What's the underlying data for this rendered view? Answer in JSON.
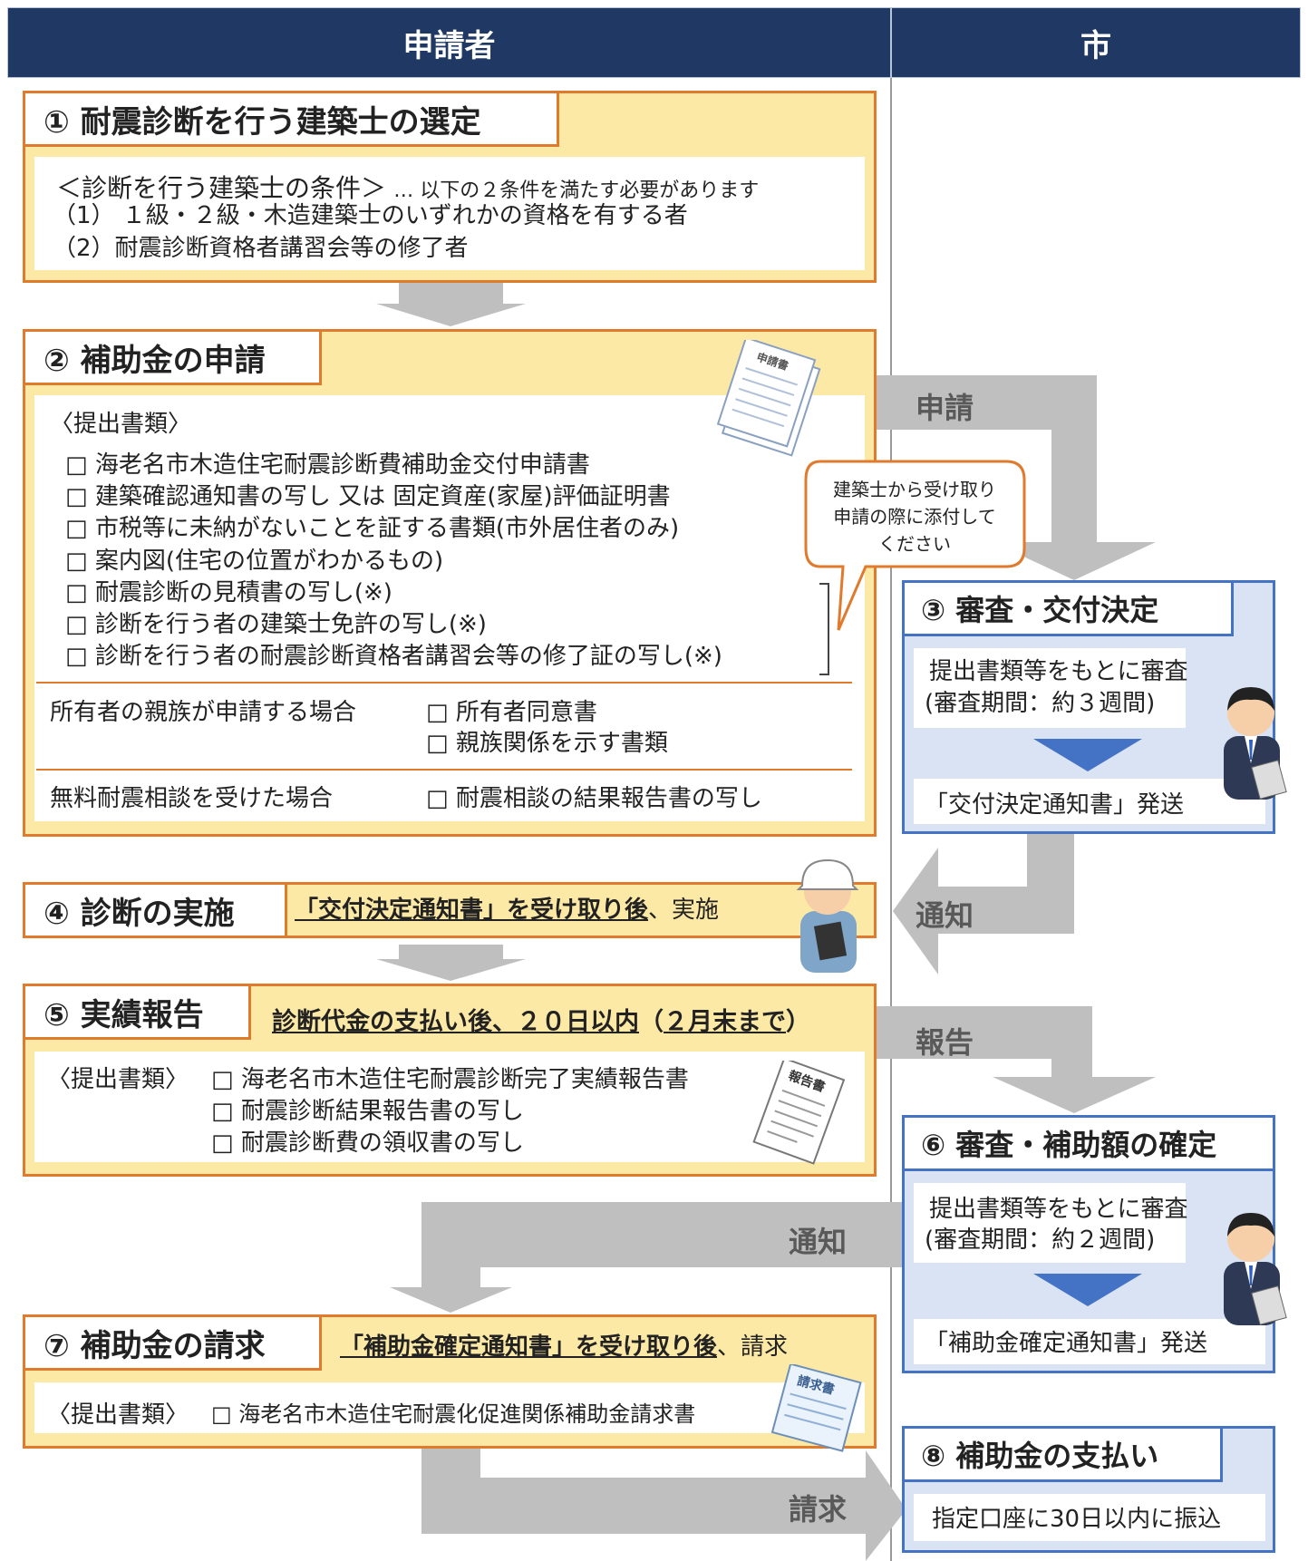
{
  "header": {
    "applicant": "申請者",
    "city": "市"
  },
  "step1": {
    "title": "① 耐震診断を行う建築士の選定",
    "cond_head": "＜診断を行う建築士の条件＞",
    "cond_note": "… 以下の２条件を満たす必要があります",
    "cond1": "（1） １級・２級・木造建築士のいずれかの資格を有する者",
    "cond2": "（2）耐震診断資格者講習会等の修了者"
  },
  "step2": {
    "title": "② 補助金の申請",
    "docs_head": "〈提出書類〉",
    "docs": [
      "□ 海老名市木造住宅耐震診断費補助金交付申請書",
      "□ 建築確認通知書の写し 又は 固定資産(家屋)評価証明書",
      "□ 市税等に未納がないことを証する書類(市外居住者のみ)",
      "□ 案内図(住宅の位置がわかるもの)",
      "□ 耐震診断の見積書の写し(※)",
      "□ 診断を行う者の建築士免許の写し(※)",
      "□ 診断を行う者の耐震診断資格者講習会等の修了証の写し(※)"
    ],
    "relative_case": "所有者の親族が申請する場合",
    "relative_doc1": "□ 所有者同意書",
    "relative_doc2": "□ 親族関係を示す書類",
    "consult_case": "無料耐震相談を受けた場合",
    "consult_doc": "□ 耐震相談の結果報告書の写し",
    "callout": [
      "建築士から受け取り",
      "申請の際に添付して",
      "ください"
    ],
    "doc_stamp": "申請書"
  },
  "step3": {
    "title": "③ 審査・交付決定",
    "line1": "提出書類等をもとに審査",
    "line2": "(審査期間：約３週間)",
    "result": "「交付決定通知書」発送"
  },
  "step4": {
    "title": "④ 診断の実施",
    "note_ul": "「交付決定通知書」を受け取り後",
    "note_rest": "、実施"
  },
  "step5": {
    "title": "⑤ 実績報告",
    "note_ul1": "診断代金の支払い後、２０日以内",
    "note_mid": "（",
    "note_ul2": "２月末まで",
    "note_end": "）",
    "docs_head": "〈提出書類〉",
    "docs": [
      "□ 海老名市木造住宅耐震診断完了実績報告書",
      "□ 耐震診断結果報告書の写し",
      "□ 耐震診断費の領収書の写し"
    ],
    "doc_stamp": "報告書"
  },
  "step6": {
    "title": "⑥ 審査・補助額の確定",
    "line1": "提出書類等をもとに審査",
    "line2": "(審査期間：約２週間)",
    "result": "「補助金確定通知書」発送"
  },
  "step7": {
    "title": "⑦ 補助金の請求",
    "note_ul": "「補助金確定通知書」を受け取り後",
    "note_rest": "、請求",
    "docs_head": "〈提出書類〉",
    "doc": "□ 海老名市木造住宅耐震化促進関係補助金請求書",
    "doc_stamp": "請求書"
  },
  "step8": {
    "title": "⑧ 補助金の支払い",
    "text": "指定口座に30日以内に振込"
  },
  "flows": {
    "apply": "申請",
    "notify1": "通知",
    "report": "報告",
    "notify2": "通知",
    "claim": "請求"
  },
  "colors": {
    "header": "#1f3864",
    "applicant_box": "#fde9a6",
    "applicant_border": "#e07a2c",
    "city_box": "#dae3f3",
    "city_border": "#4472c4",
    "arrow": "#bfbfbf",
    "down_triangle": "#4472c4"
  }
}
